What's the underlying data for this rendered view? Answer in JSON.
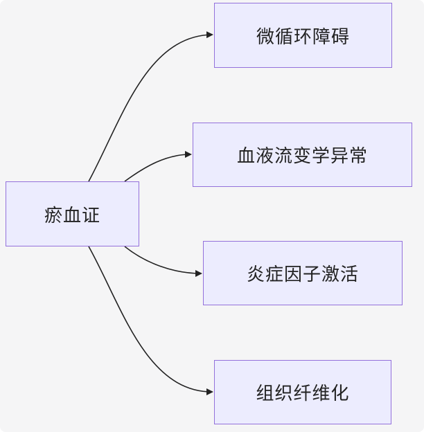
{
  "diagram": {
    "root": {
      "label": "瘀血证"
    },
    "children": [
      {
        "label": "微循环障碍"
      },
      {
        "label": "血液流变学异常"
      },
      {
        "label": "炎症因子激活"
      },
      {
        "label": "组织纤维化"
      }
    ]
  },
  "colors": {
    "background": "#f5f5f6",
    "node_fill": "#ececfe",
    "node_border": "#9370db",
    "edge": "#222222",
    "text": "#222222"
  }
}
